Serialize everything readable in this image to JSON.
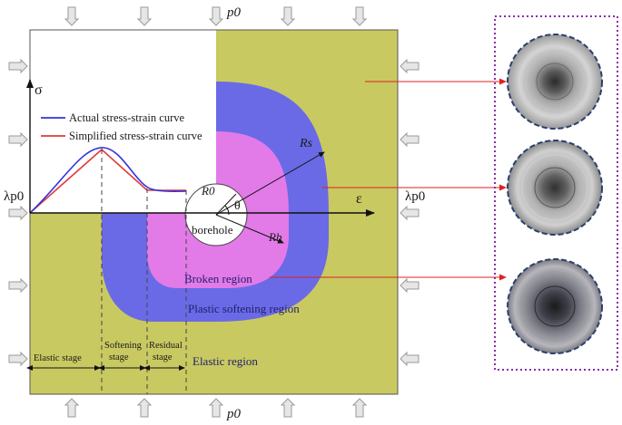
{
  "colors": {
    "elastic_region": "#c9c961",
    "plastic_region": "#6a6ae6",
    "broken_region": "#e27ae8",
    "actual_curve": "#3232dc",
    "simplified_curve": "#e23a3a",
    "pointer_line": "#e02020",
    "frame_border": "#8a2aa8",
    "photo_ring": "#2a4070",
    "arrow_outline": "#9a9a9a",
    "arrow_fill": "#e6e6e6"
  },
  "labels": {
    "p0_top": "p0",
    "p0_bottom": "p0",
    "lp0_left": "λp0",
    "lp0_right": "λp0",
    "sigma": "σ",
    "epsilon": "ε",
    "theta": "θ",
    "R0": "R0",
    "Rs": "Rs",
    "Rb": "Rb",
    "borehole": "borehole",
    "broken_region": "Broken region",
    "plastic_softening_region": "Plastic softening region",
    "elastic_region": "Elastic region",
    "elastic_stage": "Elastic stage",
    "softening_stage_line1": "Softening",
    "softening_stage_line2": "stage",
    "residual_stage_line1": "Residual",
    "residual_stage_line2": "stage"
  },
  "legend": {
    "actual": "Actual stress-strain curve",
    "simplified": "Simplified stress-strain curve"
  },
  "photos": [
    {
      "name": "borehole-photo-1",
      "style": "light"
    },
    {
      "name": "borehole-photo-2",
      "style": "mid"
    },
    {
      "name": "borehole-photo-3",
      "style": "dark"
    }
  ]
}
